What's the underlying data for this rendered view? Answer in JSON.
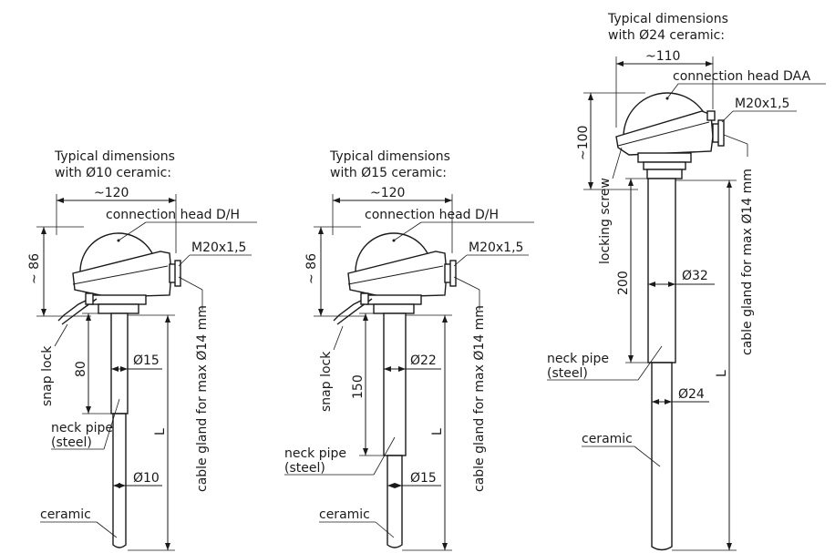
{
  "diagrams": [
    {
      "id": "d10",
      "caption_line1": "Typical dimensions",
      "caption_line2": "with Ø10 ceramic:",
      "width_dim": "~120",
      "height_dim": "~ 86",
      "head_label": "connection head D/H",
      "thread_label": "M20x1,5",
      "side_label": "snap lock",
      "neck_length": "80",
      "neck_dia": "Ø15",
      "neck_label_line1": "neck pipe",
      "neck_label_line2": "(steel)",
      "ceramic_dia": "Ø10",
      "ceramic_label": "ceramic",
      "length_label": "L",
      "gland_label": "cable gland for max Ø14 mm"
    },
    {
      "id": "d15",
      "caption_line1": "Typical dimensions",
      "caption_line2": "with Ø15 ceramic:",
      "width_dim": "~120",
      "height_dim": "~ 86",
      "head_label": "connection head D/H",
      "thread_label": "M20x1,5",
      "side_label": "snap lock",
      "neck_length": "150",
      "neck_dia": "Ø22",
      "neck_label_line1": "neck pipe",
      "neck_label_line2": "(steel)",
      "ceramic_dia": "Ø15",
      "ceramic_label": "ceramic",
      "length_label": "L",
      "gland_label": "cable gland for max Ø14 mm"
    },
    {
      "id": "d24",
      "caption_line1": "Typical dimensions",
      "caption_line2": "with Ø24 ceramic:",
      "width_dim": "~110",
      "height_dim": "~100",
      "head_label": "connection head DAA",
      "thread_label": "M20x1,5",
      "side_label": "locking screw",
      "neck_length": "200",
      "neck_dia": "Ø32",
      "neck_label_line1": "neck pipe",
      "neck_label_line2": "(steel)",
      "ceramic_dia": "Ø24",
      "ceramic_label": "ceramic",
      "length_label": "L",
      "gland_label": "cable gland for max Ø14 mm"
    }
  ]
}
